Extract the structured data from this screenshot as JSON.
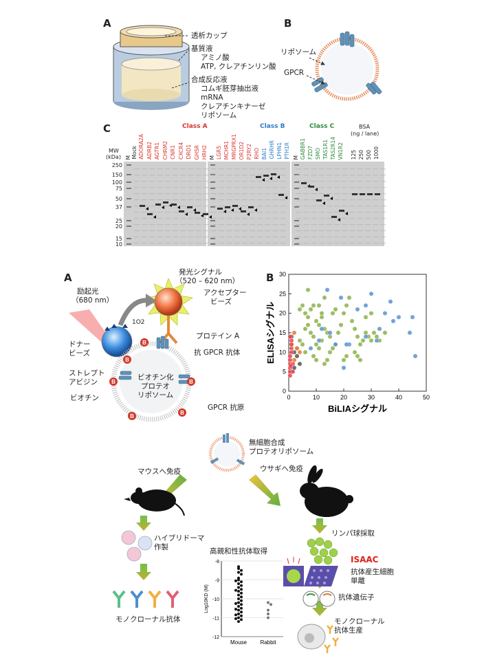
{
  "fig1": {
    "panelA": {
      "label": "A",
      "cup": "透析カップ",
      "substrate_title": "基質液",
      "substrate_items": [
        "アミノ酸",
        "ATP, クレアチンリン酸"
      ],
      "reaction_title": "合成反応液",
      "reaction_items": [
        "コムギ胚芽抽出液",
        "mRNA",
        "クレアチンキナーゼ",
        "リポソーム"
      ]
    },
    "panelB": {
      "label": "B",
      "liposome": "リポソーム",
      "gpcr": "GPCR"
    },
    "panelC": {
      "label": "C",
      "classA": "Class A",
      "classB": "Class B",
      "classC": "Class C",
      "bsa_title": "BSA",
      "bsa_unit": "(ng / lane)",
      "mw_title": "MW",
      "mw_unit": "(kDa)",
      "m": "M",
      "mock": "Mock",
      "mw_markers": [
        "250",
        "150",
        "100",
        "75",
        "50",
        "37",
        "25",
        "20",
        "15",
        "10"
      ],
      "lanesA": [
        "ADORA2A",
        "ADRB2",
        "AGTR1",
        "CHRM2",
        "CNR1",
        "CXCR4",
        "DRD1",
        "GHSR",
        "HRH2"
      ],
      "lanesB_red": [
        "LGR5",
        "MCHR1",
        "MRGPRX1",
        "OR1D2",
        "P2RY2",
        "RHO"
      ],
      "lanesB_blue": [
        "BAI1",
        "GHRHR",
        "LPHN1",
        "PTH1R"
      ],
      "lanesC": [
        "GABBR1",
        "FZD7",
        "SMO",
        "TAS1R1",
        "TAS2R14",
        "VN1R2"
      ],
      "bsa_lanes": [
        "125",
        "250",
        "500",
        "1000"
      ]
    }
  },
  "fig2": {
    "panelA": {
      "label": "A",
      "emission_title": "発光シグナル",
      "emission_range": "（520 – 620 nm）",
      "excitation_title": "励起光",
      "excitation_range": "（680 nm）",
      "acceptor": [
        "アクセプター",
        "ビーズ"
      ],
      "singlet_o2": "1O2",
      "donor": [
        "ドナー",
        "ビーズ"
      ],
      "protein_a": "プロテイン A",
      "anti_gpcr": "抗 GPCR 抗体",
      "streptavidin": [
        "ストレプト",
        "アビジン"
      ],
      "biotin": "ビオチン",
      "proteoliposome": [
        "ビオチン化",
        "プロテオ",
        "リポソーム"
      ],
      "gpcr_antigen": "GPCR 抗原",
      "b_mark": "B"
    },
    "panelB": {
      "label": "B"
    }
  },
  "fig3": {
    "top_title": [
      "無細胞合成",
      "プロテオリポソーム"
    ],
    "mouse_immunize": "マウスへ免疫",
    "rabbit_immunize": "ウサギへ免疫",
    "hybridoma": [
      "ハイブリドーマ",
      "作製"
    ],
    "monoclonal": "モノクローナル抗体",
    "lymph": "リンパ球採取",
    "isaac": "ISAAC",
    "single_cell": [
      "抗体産生細胞",
      "単離"
    ],
    "antibody_gene": "抗体遺伝子",
    "mono_prod": [
      "モノクローナル",
      "抗体生産"
    ],
    "high_affinity": "高親和性抗体取得"
  },
  "chart_data": [
    {
      "type": "scatter",
      "xlabel": "BiLIAシグナル",
      "ylabel": "ELISAシグナル",
      "xlim": [
        0,
        50
      ],
      "ylim": [
        0,
        30
      ],
      "xticks": [
        "0",
        "10",
        "20",
        "30",
        "40",
        "50"
      ],
      "yticks": [
        "0",
        "5",
        "10",
        "15",
        "20",
        "25",
        "30"
      ],
      "grid": false,
      "series": [
        {
          "color": "#8bb24a",
          "points": [
            [
              4,
              21
            ],
            [
              5,
              22
            ],
            [
              6,
              20
            ],
            [
              7,
              19
            ],
            [
              8,
              21
            ],
            [
              9,
              22
            ],
            [
              7,
              26
            ],
            [
              10,
              18
            ],
            [
              11,
              17
            ],
            [
              12,
              19
            ],
            [
              13,
              16
            ],
            [
              14,
              15
            ],
            [
              8,
              15
            ],
            [
              9,
              14
            ],
            [
              10,
              12
            ],
            [
              11,
              11
            ],
            [
              12,
              13
            ],
            [
              15,
              14
            ],
            [
              16,
              11
            ],
            [
              17,
              12
            ],
            [
              18,
              15
            ],
            [
              19,
              17
            ],
            [
              20,
              20
            ],
            [
              21,
              22
            ],
            [
              22,
              24
            ],
            [
              23,
              18
            ],
            [
              24,
              16
            ],
            [
              25,
              14
            ],
            [
              26,
              12
            ],
            [
              27,
              13
            ],
            [
              28,
              15
            ],
            [
              29,
              14
            ],
            [
              30,
              13
            ],
            [
              31,
              15
            ],
            [
              32,
              14
            ],
            [
              33,
              13
            ],
            [
              35,
              15
            ],
            [
              24,
              10
            ],
            [
              25,
              9
            ],
            [
              26,
              8
            ],
            [
              20,
              8
            ],
            [
              21,
              9
            ],
            [
              15,
              10
            ],
            [
              14,
              8
            ],
            [
              13,
              7
            ],
            [
              6,
              16
            ],
            [
              7,
              17
            ],
            [
              5,
              12
            ],
            [
              4,
              13
            ],
            [
              3,
              11
            ],
            [
              6,
              10
            ],
            [
              9,
              9
            ],
            [
              10,
              8
            ],
            [
              16,
              20
            ],
            [
              17,
              21
            ],
            [
              28,
              19
            ],
            [
              30,
              20
            ],
            [
              12,
              20
            ],
            [
              11,
              22
            ],
            [
              13,
              24
            ]
          ]
        },
        {
          "color": "#5a93cf",
          "points": [
            [
              14,
              26
            ],
            [
              19,
              24
            ],
            [
              25,
              21
            ],
            [
              28,
              22
            ],
            [
              30,
              25
            ],
            [
              35,
              20
            ],
            [
              37,
              23
            ],
            [
              45,
              19
            ],
            [
              44,
              15
            ],
            [
              46,
              9
            ],
            [
              33,
              16
            ],
            [
              38,
              18
            ],
            [
              40,
              19
            ],
            [
              28,
              14
            ],
            [
              32,
              13
            ],
            [
              22,
              12
            ],
            [
              17,
              12
            ],
            [
              21,
              12
            ],
            [
              15,
              15
            ],
            [
              12,
              16
            ],
            [
              11,
              13
            ],
            [
              8,
              11
            ],
            [
              20,
              6
            ]
          ]
        },
        {
          "color": "#e07a36",
          "points": [
            [
              2,
              15
            ],
            [
              3,
              11
            ],
            [
              4,
              10
            ],
            [
              2,
              8
            ],
            [
              1,
              12
            ]
          ]
        },
        {
          "color": "#555555",
          "points": [
            [
              1,
              14
            ],
            [
              2,
              10
            ],
            [
              3,
              9
            ],
            [
              4,
              7
            ],
            [
              2,
              6
            ],
            [
              1,
              5
            ]
          ]
        },
        {
          "color": "#e8474e",
          "points": [
            [
              0.5,
              4
            ],
            [
              0.5,
              5
            ],
            [
              0.5,
              6
            ],
            [
              0.5,
              7
            ],
            [
              0.5,
              8
            ],
            [
              0.5,
              9
            ],
            [
              1,
              10
            ],
            [
              1,
              11
            ],
            [
              1,
              12
            ],
            [
              1,
              13
            ],
            [
              0.5,
              14
            ],
            [
              1.5,
              7
            ],
            [
              1.5,
              5
            ],
            [
              0.7,
              6.5
            ]
          ]
        }
      ]
    },
    {
      "type": "scatter",
      "title": "高親和性抗体取得",
      "ylabel": "Log10KD (M)",
      "categories": [
        "Mouse",
        "Rabbit"
      ],
      "ylim": [
        -12,
        -8
      ],
      "yticks": [
        "-8",
        "-9",
        "-10",
        "-11",
        "-12"
      ],
      "series": [
        {
          "name": "Mouse",
          "values": [
            -8.3,
            -8.4,
            -8.5,
            -8.6,
            -8.7,
            -8.9,
            -9.0,
            -9.1,
            -9.2,
            -9.3,
            -9.4,
            -9.5,
            -9.6,
            -9.7,
            -9.8,
            -9.9,
            -10.0,
            -10.1,
            -10.2,
            -10.3,
            -10.4,
            -10.5,
            -10.6,
            -10.7,
            -10.8,
            -10.9,
            -11.0,
            -11.1,
            -11.2,
            -9.05,
            -9.55,
            -10.25,
            -10.55,
            -10.85,
            -11.05
          ]
        },
        {
          "name": "Rabbit",
          "values": [
            -10.2,
            -10.3,
            -10.6,
            -10.8,
            -11.0
          ]
        }
      ]
    }
  ]
}
